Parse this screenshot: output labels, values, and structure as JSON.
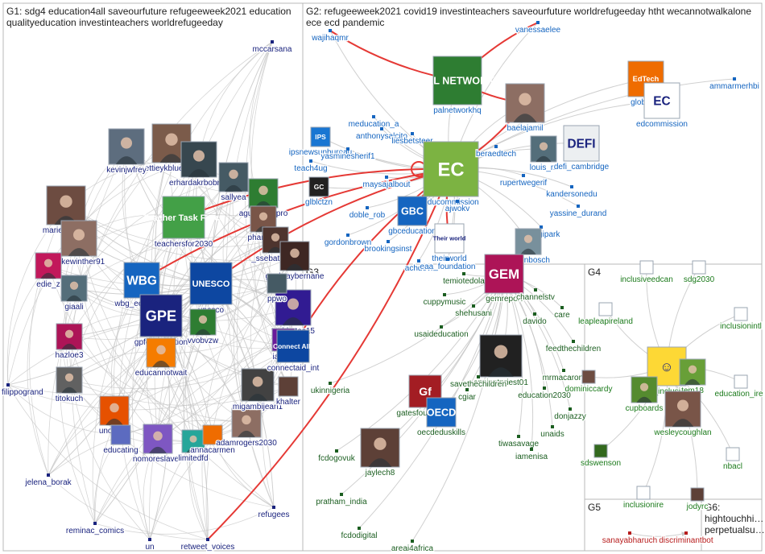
{
  "colors": {
    "g1": "#1a237e",
    "g2": "#1565c0",
    "g3": "#1b5e20",
    "g4": "#1b7a1b",
    "g5": "#b71c1c",
    "g6": "#555555",
    "edge": "#c4c4c4",
    "edge_red": "#e53935"
  },
  "panels": [
    {
      "id": "G1",
      "title_lines": [
        "G1: sdg4 education4all saveourfuture refugeeweek2021 education",
        "qualityeducation investinteachers worldrefugeeday"
      ]
    },
    {
      "id": "G2",
      "title_lines": [
        "G2: refugeeweek2021 covid19 investinteachers saveourfuture worldrefugeeday htht wecannotwalkalone",
        "ece ecd pandemic"
      ]
    },
    {
      "id": "G3",
      "title_lines": [
        "G3"
      ]
    },
    {
      "id": "G4",
      "title_lines": [
        "G4"
      ]
    },
    {
      "id": "G5",
      "title_lines": [
        "G5"
      ]
    },
    {
      "id": "G6",
      "title_lines": [
        "G6:",
        "hightouchhi…",
        "perpetualsu…"
      ]
    }
  ],
  "nodes": [
    {
      "label": "mccarsana",
      "group": "g1",
      "icon": "dot"
    },
    {
      "label": "ettieykblueste1",
      "group": "g1",
      "icon": "avatar",
      "color": "#7b5b4a"
    },
    {
      "label": "kevinjwfrey",
      "group": "g1",
      "icon": "avatar",
      "color": "#5d6d7e"
    },
    {
      "label": "erhardakrbobroe",
      "group": "g1",
      "icon": "avatar",
      "color": "#37474f"
    },
    {
      "label": "sallyea",
      "group": "g1",
      "icon": "avatar",
      "color": "#455a64"
    },
    {
      "label": "agustavo_pro",
      "group": "g1",
      "icon": "avatar",
      "color": "#2e7d32"
    },
    {
      "label": "marielzatalks",
      "group": "g1",
      "icon": "avatar",
      "color": "#6d4c41"
    },
    {
      "label": "teachersfor2030",
      "group": "g1",
      "icon": "logo",
      "color": "#43a047",
      "text": "Teacher Task Force"
    },
    {
      "label": "pharmy_",
      "group": "g1",
      "icon": "avatar",
      "color": "#795548"
    },
    {
      "label": "_ssebatindira",
      "group": "g1",
      "icon": "avatar",
      "color": "#4e342e"
    },
    {
      "label": "mikewinther91",
      "group": "g1",
      "icon": "avatar",
      "color": "#8d6e63"
    },
    {
      "label": "edie_z",
      "group": "g1",
      "icon": "avatar",
      "color": "#c2185b"
    },
    {
      "label": "giaali",
      "group": "g1",
      "icon": "avatar",
      "color": "#546e7a"
    },
    {
      "label": "wbg_education",
      "group": "g1",
      "icon": "logo",
      "color": "#1565c0",
      "text": "WBG"
    },
    {
      "label": "unesco",
      "group": "g1",
      "icon": "logo",
      "color": "#0d47a1",
      "text": "UNESCO"
    },
    {
      "label": "gpforeducation",
      "group": "g1",
      "icon": "logo",
      "color": "#1a237e",
      "text": "GPE"
    },
    {
      "label": "vvobvzw",
      "group": "g1",
      "icon": "avatar",
      "color": "#2e7d32"
    },
    {
      "label": "educannotwait",
      "group": "g1",
      "icon": "avatar",
      "color": "#f57c00"
    },
    {
      "label": "hazloe3",
      "group": "g1",
      "icon": "avatar",
      "color": "#ad1457"
    },
    {
      "label": "filippogrand",
      "group": "g1",
      "icon": "dot"
    },
    {
      "label": "titokuch",
      "group": "g1",
      "icon": "avatar",
      "color": "#616161"
    },
    {
      "label": "unosaa1",
      "group": "g1",
      "icon": "avatar",
      "color": "#e65100"
    },
    {
      "label": "educating",
      "group": "g1",
      "icon": "avatar",
      "color": "#5c6bc0"
    },
    {
      "label": "nomoreslaves",
      "group": "g1",
      "icon": "avatar",
      "color": "#7e57c2"
    },
    {
      "label": "limitedfd",
      "group": "g1",
      "icon": "avatar",
      "color": "#26a69a"
    },
    {
      "label": "annacarmen",
      "group": "g1",
      "icon": "avatar",
      "color": "#ef6c00"
    },
    {
      "label": "adamrogers2030",
      "group": "g1",
      "icon": "avatar",
      "color": "#8d6e63"
    },
    {
      "label": "migambijean1",
      "group": "g1",
      "icon": "avatar",
      "color": "#424242"
    },
    {
      "label": "khalter",
      "group": "g1",
      "icon": "avatar",
      "color": "#5d4037"
    },
    {
      "label": "guebraybernane",
      "group": "g1",
      "icon": "avatar",
      "color": "#3e2723"
    },
    {
      "label": "techbytes15",
      "group": "g1",
      "icon": "avatar",
      "color": "#311b92"
    },
    {
      "label": "ppwo",
      "group": "g1",
      "icon": "avatar",
      "color": "#455a64"
    },
    {
      "label": "iamna",
      "group": "g1",
      "icon": "avatar",
      "color": "#6a1b9a"
    },
    {
      "label": "connectaid_int",
      "group": "g1",
      "icon": "logo",
      "color": "#0d47a1",
      "text": "Connect AID"
    },
    {
      "label": "jelena_borak",
      "group": "g1",
      "icon": "dot"
    },
    {
      "label": "reminac_comics",
      "group": "g1",
      "icon": "dot"
    },
    {
      "label": "un",
      "group": "g1",
      "icon": "dot"
    },
    {
      "label": "retweet_voices",
      "group": "g1",
      "icon": "dot"
    },
    {
      "label": "refugees",
      "group": "g1",
      "icon": "dot"
    },
    {
      "label": "teach4ug",
      "group": "g2",
      "icon": "dot"
    },
    {
      "label": "glblctzn",
      "group": "g2",
      "icon": "logo",
      "color": "#212121",
      "text": "GC"
    },
    {
      "label": "ipsnewsunbureau",
      "group": "g2",
      "icon": "logo",
      "color": "#1976d2",
      "text": "IPS"
    },
    {
      "label": "meducation_a",
      "group": "g2",
      "icon": "dot"
    },
    {
      "label": "anthonysalcito",
      "group": "g2",
      "icon": "dot"
    },
    {
      "label": "yasminesherif1",
      "group": "g2",
      "icon": "dot"
    },
    {
      "label": "wajihaqmr",
      "group": "g2",
      "icon": "dot"
    },
    {
      "label": "palnetworkhq",
      "group": "g2",
      "icon": "logo",
      "color": "#2e7d32",
      "text": "PAL NETWORK"
    },
    {
      "label": "baelajamil",
      "group": "g2",
      "icon": "avatar",
      "color": "#8d6e63"
    },
    {
      "label": "liesbetsteer",
      "group": "g2",
      "icon": "dot"
    },
    {
      "label": "educommission",
      "group": "g2",
      "icon": "logo",
      "color": "#7cb342",
      "text": "EC"
    },
    {
      "label": "beraedtech",
      "group": "g2",
      "icon": "dot"
    },
    {
      "label": "louis_m",
      "group": "g2",
      "icon": "avatar",
      "color": "#546e7a"
    },
    {
      "label": "defi_cambridge",
      "group": "g2",
      "icon": "logo",
      "color": "#eceff1",
      "text": "DEFI"
    },
    {
      "label": "globaled",
      "group": "g2",
      "icon": "logo",
      "color": "#ef6c00",
      "text": "EdTech"
    },
    {
      "label": "edcommission",
      "group": "g2",
      "icon": "logo",
      "color": "#ffffff",
      "text": "EC"
    },
    {
      "label": "ammarmerhbi",
      "group": "g2",
      "icon": "dot"
    },
    {
      "label": "vanessaelee",
      "group": "g2",
      "icon": "dot"
    },
    {
      "label": "maysajalbout",
      "group": "g2",
      "icon": "dot"
    },
    {
      "label": "rupertwegerif",
      "group": "g2",
      "icon": "dot"
    },
    {
      "label": "kandersonedu",
      "group": "g2",
      "icon": "dot"
    },
    {
      "label": "doble_rob",
      "group": "g2",
      "icon": "dot"
    },
    {
      "label": "gbceducation",
      "group": "g2",
      "icon": "logo",
      "color": "#1565c0",
      "text": "GBC"
    },
    {
      "label": "ajwokv",
      "group": "g2",
      "icon": "dot"
    },
    {
      "label": "yassine_durand",
      "group": "g2",
      "icon": "dot"
    },
    {
      "label": "gordonbrown",
      "group": "g2",
      "icon": "dot"
    },
    {
      "label": "brookingsinst",
      "group": "g2",
      "icon": "dot"
    },
    {
      "label": "theirworld",
      "group": "g2",
      "icon": "logo",
      "color": "#ffffff",
      "text": "Their world"
    },
    {
      "label": "namgipark",
      "group": "g2",
      "icon": "dot"
    },
    {
      "label": "achdevi",
      "group": "g2",
      "icon": "dot"
    },
    {
      "label": "eaa_foundation",
      "group": "g2",
      "icon": "dot"
    },
    {
      "label": "vanenbosch",
      "group": "g2",
      "icon": "avatar",
      "color": "#78909c"
    },
    {
      "label": "cuppymusic",
      "group": "g3",
      "icon": "dot"
    },
    {
      "label": "temiotedola",
      "group": "g3",
      "icon": "dot"
    },
    {
      "label": "gemreport",
      "group": "g3",
      "icon": "logo",
      "color": "#ad1457",
      "text": "GEM"
    },
    {
      "label": "shehusani",
      "group": "g3",
      "icon": "dot"
    },
    {
      "label": "channelstv",
      "group": "g3",
      "icon": "dot"
    },
    {
      "label": "davido",
      "group": "g3",
      "icon": "dot"
    },
    {
      "label": "care",
      "group": "g3",
      "icon": "dot"
    },
    {
      "label": "usaideducation",
      "group": "g3",
      "icon": "dot"
    },
    {
      "label": "feedthechildren",
      "group": "g3",
      "icon": "dot"
    },
    {
      "label": "ancientpriest01",
      "group": "g3",
      "icon": "avatar",
      "color": "#212121"
    },
    {
      "label": "savethechildren",
      "group": "g3",
      "icon": "dot"
    },
    {
      "label": "mrmacaroni",
      "group": "g3",
      "icon": "dot"
    },
    {
      "label": "education2030",
      "group": "g3",
      "icon": "dot"
    },
    {
      "label": "cgiar",
      "group": "g3",
      "icon": "dot"
    },
    {
      "label": "gatesfoundation",
      "group": "g3",
      "icon": "logo",
      "color": "#a31d23",
      "text": "Gf"
    },
    {
      "label": "oecdeduskills",
      "group": "g3",
      "icon": "logo",
      "color": "#1565c0",
      "text": "OECD"
    },
    {
      "label": "donjazzy",
      "group": "g3",
      "icon": "dot"
    },
    {
      "label": "unaids",
      "group": "g3",
      "icon": "dot"
    },
    {
      "label": "tiwasavage",
      "group": "g3",
      "icon": "dot"
    },
    {
      "label": "iamenisa",
      "group": "g3",
      "icon": "dot"
    },
    {
      "label": "ukinnigeria",
      "group": "g3",
      "icon": "dot"
    },
    {
      "label": "fcdogovuk",
      "group": "g3",
      "icon": "dot"
    },
    {
      "label": "jaylech8",
      "group": "g3",
      "icon": "avatar",
      "color": "#5d4037"
    },
    {
      "label": "pratham_india",
      "group": "g3",
      "icon": "dot"
    },
    {
      "label": "fcdodigital",
      "group": "g3",
      "icon": "dot"
    },
    {
      "label": "areai4africa",
      "group": "g3",
      "icon": "dot"
    },
    {
      "label": "inclusiveedcan",
      "group": "g4",
      "icon": "logo",
      "color": "#ffffff",
      "text": ""
    },
    {
      "label": "sdg2030",
      "group": "g4",
      "icon": "logo",
      "color": "#ffffff",
      "text": ""
    },
    {
      "label": "leapleapireland",
      "group": "g4",
      "icon": "logo",
      "color": "#ffffff",
      "text": ""
    },
    {
      "label": "inclusionintl",
      "group": "g4",
      "icon": "logo",
      "color": "#ffffff",
      "text": ""
    },
    {
      "label": "dominiccardy",
      "group": "g4",
      "icon": "avatar",
      "color": "#6d4c41"
    },
    {
      "label": "ed_inclusive",
      "group": "g4",
      "icon": "logo",
      "color": "#fdd835",
      "text": "☺"
    },
    {
      "label": "tem18",
      "group": "g4",
      "icon": "avatar",
      "color": "#689f38"
    },
    {
      "label": "cupboards",
      "group": "g4",
      "icon": "avatar",
      "color": "#558b2f"
    },
    {
      "label": "education_ire",
      "group": "g4",
      "icon": "logo",
      "color": "#ffffff",
      "text": ""
    },
    {
      "label": "wesleycoughlan",
      "group": "g4",
      "icon": "avatar",
      "color": "#795548"
    },
    {
      "label": "sdswenson",
      "group": "g4",
      "icon": "avatar",
      "color": "#33691e"
    },
    {
      "label": "nbacl",
      "group": "g4",
      "icon": "logo",
      "color": "#ffffff",
      "text": ""
    },
    {
      "label": "inclusionire",
      "group": "g4",
      "icon": "logo",
      "color": "#ffffff",
      "text": ""
    },
    {
      "label": "jodyrc",
      "group": "g4",
      "icon": "avatar",
      "color": "#5d4037"
    },
    {
      "label": "sanayabharuch",
      "group": "g5",
      "icon": "dot"
    },
    {
      "label": "discriminantbot",
      "group": "g5",
      "icon": "dot"
    }
  ]
}
